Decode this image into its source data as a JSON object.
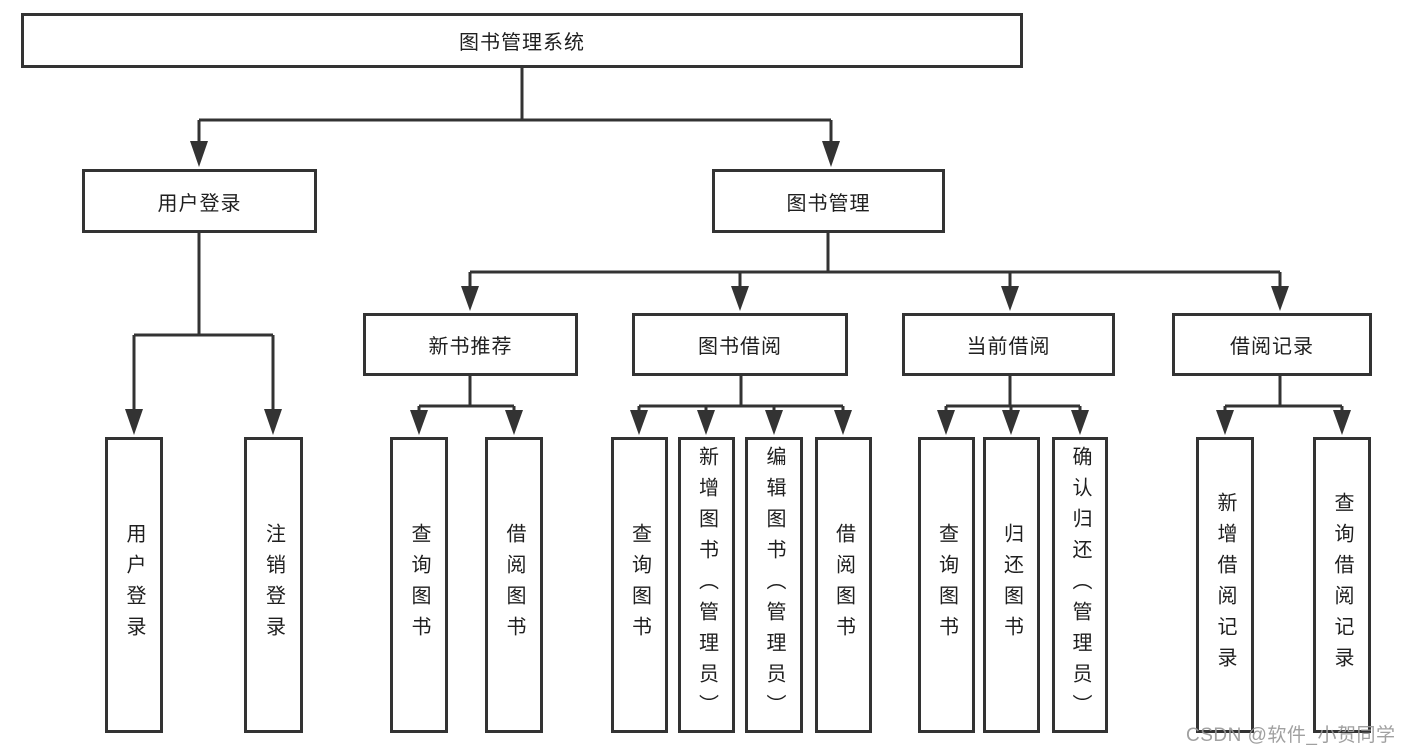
{
  "diagram": {
    "root": {
      "label": "图书管理系统"
    },
    "children": [
      {
        "label": "用户登录",
        "children": [
          {
            "label": "用户登录"
          },
          {
            "label": "注销登录"
          }
        ]
      },
      {
        "label": "图书管理",
        "children": [
          {
            "label": "新书推荐",
            "children": [
              {
                "label": "查询图书"
              },
              {
                "label": "借阅图书"
              }
            ]
          },
          {
            "label": "图书借阅",
            "children": [
              {
                "label": "查询图书"
              },
              {
                "label": "新增图书（管理员）"
              },
              {
                "label": "编辑图书（管理员）"
              },
              {
                "label": "借阅图书"
              }
            ]
          },
          {
            "label": "当前借阅",
            "children": [
              {
                "label": "查询图书"
              },
              {
                "label": "归还图书"
              },
              {
                "label": "确认归还（管理员）"
              }
            ]
          },
          {
            "label": "借阅记录",
            "children": [
              {
                "label": "新增借阅记录"
              },
              {
                "label": "查询借阅记录"
              }
            ]
          }
        ]
      }
    ]
  },
  "watermark": {
    "text": "CSDN @软件_小贺同学"
  },
  "colors": {
    "line": "#333333",
    "box_border": "#333333",
    "box_fill": "#ffffff",
    "text": "#1f1f1f",
    "watermark": "#989898",
    "background": "#ffffff"
  }
}
